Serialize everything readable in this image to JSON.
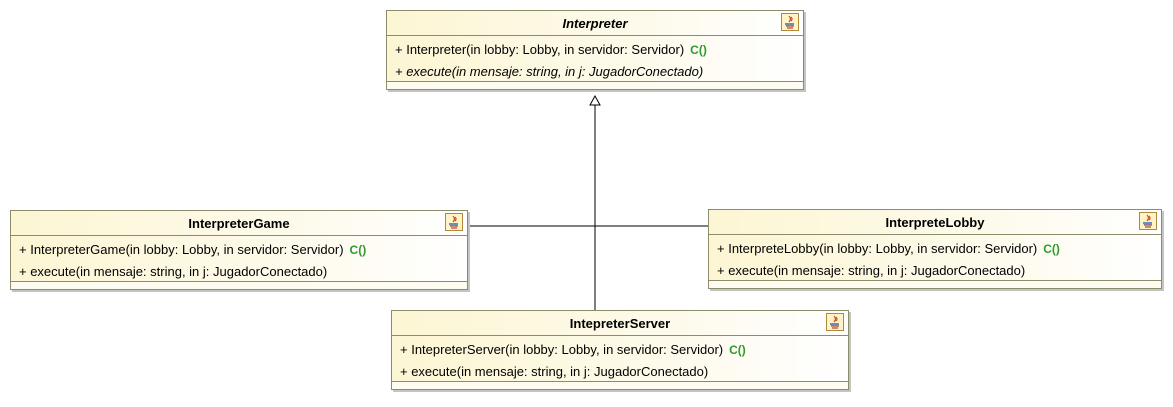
{
  "diagram": {
    "classes": {
      "interpreter": {
        "name": "Interpreter",
        "ops": [
          {
            "text": "+ Interpreter(in lobby: Lobby, in servidor: Servidor)",
            "ctor": "C()"
          },
          {
            "text": "+ execute(in mensaje: string, in j: JugadorConectado)",
            "ctor": ""
          }
        ]
      },
      "game": {
        "name": "InterpreterGame",
        "ops": [
          {
            "text": "+ InterpreterGame(in lobby: Lobby, in servidor: Servidor)",
            "ctor": "C()"
          },
          {
            "text": "+ execute(in mensaje: string, in j: JugadorConectado)",
            "ctor": ""
          }
        ]
      },
      "lobby": {
        "name": "InterpreteLobby",
        "ops": [
          {
            "text": "+ InterpreteLobby(in lobby: Lobby, in servidor: Servidor)",
            "ctor": "C()"
          },
          {
            "text": "+ execute(in mensaje: string, in j: JugadorConectado)",
            "ctor": ""
          }
        ]
      },
      "server": {
        "name": "IntepreterServer",
        "ops": [
          {
            "text": "+ IntepreterServer(in lobby: Lobby, in servidor: Servidor)",
            "ctor": "C()"
          },
          {
            "text": "+ execute(in mensaje: string, in j: JugadorConectado)",
            "ctor": ""
          }
        ]
      }
    },
    "colors": {
      "ctor_mark": "#2e9a2e",
      "class_border": "#8c8c6a",
      "class_fill": "#fdf6d4",
      "edge": "#000000"
    }
  }
}
